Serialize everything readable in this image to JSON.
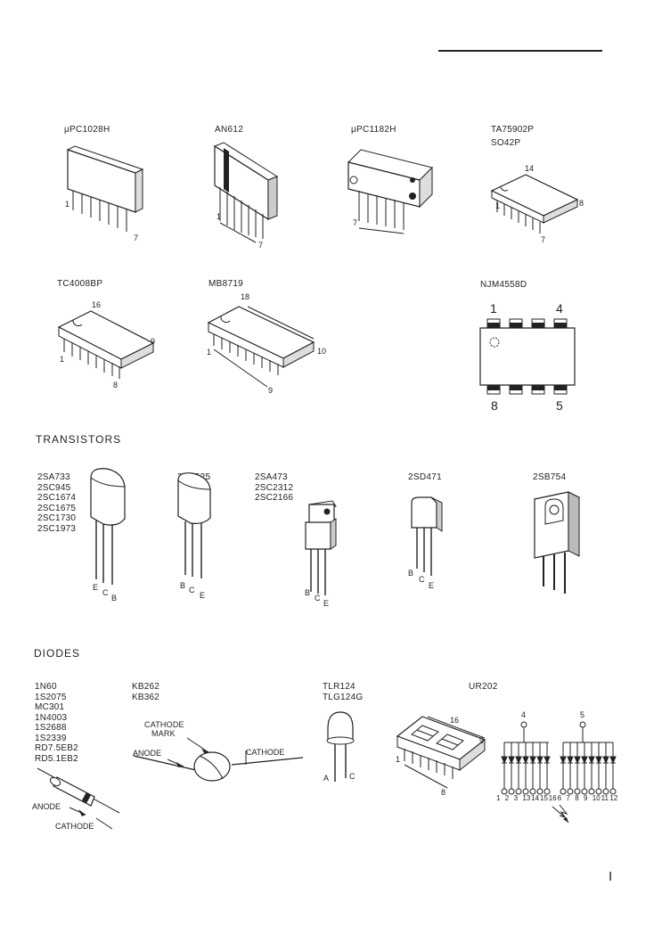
{
  "ics": [
    {
      "id": "upc1028h",
      "label": "μPC1028H",
      "pins": [
        "1",
        "7"
      ]
    },
    {
      "id": "an612",
      "label": "AN612",
      "pins": [
        "1",
        "7"
      ]
    },
    {
      "id": "upc1182h",
      "label": "μPC1182H",
      "pins": [
        "7"
      ]
    },
    {
      "id": "ta75902p",
      "labels": [
        "TA75902P",
        "SO42P"
      ],
      "pins": [
        "14",
        "8",
        "1",
        "7"
      ]
    },
    {
      "id": "tc4008bp",
      "label": "TC4008BP",
      "pins": [
        "16",
        "9",
        "1",
        "8"
      ]
    },
    {
      "id": "mb8719",
      "label": "MB8719",
      "pins": [
        "18",
        "10",
        "1",
        "9"
      ]
    },
    {
      "id": "njm4558d",
      "label": "NJM4558D",
      "pins": [
        "1",
        "4",
        "8",
        "5"
      ]
    }
  ],
  "transistors": {
    "title": "TRANSISTORS",
    "groups": [
      {
        "id": "2sa733",
        "labels": [
          "2SA733",
          "2SC945",
          "2SC1674",
          "2SC1675",
          "2SC1730",
          "2SC1973"
        ],
        "pins": [
          "E",
          "C",
          "B"
        ]
      },
      {
        "id": "2sb525",
        "labels": [
          "2SB525"
        ],
        "pins": [
          "B",
          "C",
          "E"
        ]
      },
      {
        "id": "2sa473",
        "labels": [
          "2SA473",
          "2SC2312",
          "2SC2166"
        ],
        "pins": [
          "B",
          "C",
          "E"
        ]
      },
      {
        "id": "2sd471",
        "labels": [
          "2SD471"
        ],
        "pins": [
          "B",
          "C",
          "E"
        ]
      },
      {
        "id": "2sb754",
        "labels": [
          "2SB754"
        ],
        "pins": []
      }
    ]
  },
  "diodes": {
    "title": "DIODES",
    "group1": {
      "labels": [
        "1N60",
        "1S2075",
        "MC301",
        "1N4003",
        "1S2688",
        "1S2339",
        "RD7.5EB2",
        "RD5.1EB2"
      ],
      "anode": "ANODE",
      "cathode": "CATHODE"
    },
    "group2": {
      "labels": [
        "KB262",
        "KB362"
      ],
      "cathode_mark": [
        "CATHODE",
        "MARK"
      ],
      "anode": "ANODE",
      "cathode": "CATHODE"
    },
    "group3": {
      "labels": [
        "TLR124",
        "TLG124G"
      ],
      "pins": [
        "A",
        "C"
      ]
    },
    "display": {
      "pins": [
        "16",
        "9",
        "1",
        "8"
      ]
    },
    "ur202": {
      "label": "UR202",
      "top_pins": [
        "4",
        "5"
      ],
      "bottom_pins": [
        "1",
        "2",
        "3",
        "13",
        "14",
        "15",
        "16",
        "6",
        "7",
        "8",
        "9",
        "10",
        "11",
        "12"
      ]
    }
  },
  "page_number": "I"
}
